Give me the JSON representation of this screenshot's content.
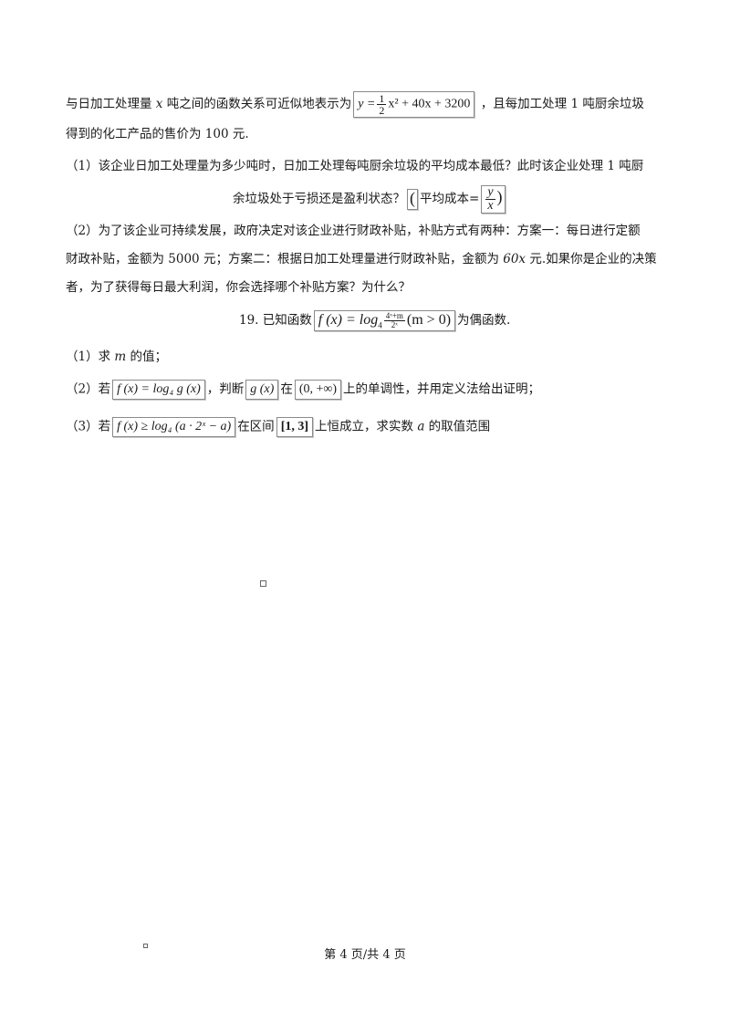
{
  "para1": {
    "line1_a": "与日加工处理量",
    "line1_var": "x",
    "line1_b": "吨之间的函数关系可近似地表示为",
    "formula_y": {
      "lhs": "y =",
      "num": "1",
      "den": "2",
      "rest": "x² + 40x + 3200"
    },
    "line1_c": "，且每加工处理 1 吨厨余垃圾",
    "line2": "得到的化工产品的售价为 100 元."
  },
  "q18_1": {
    "line1": "（1）该企业日加工处理量为多少吨时，日加工处理每吨厨余垃圾的平均成本最低？此时该企业处理 1 吨厨",
    "line2": "余垃圾处于亏损还是盈利状态？",
    "paren_open": "(",
    "hint": "平均成本=",
    "frac_num": "y",
    "frac_den": "x",
    "paren_close": ")"
  },
  "q18_2": {
    "line1": "（2）为了该企业可持续发展，政府决定对该企业进行财政补贴，补贴方式有两种：方案一：每日进行定额",
    "line2_a": "财政补贴，金额为 5000 元；方案二：根据日加工处理量进行财政补贴，金额为 ",
    "line2_var": "60x",
    "line2_b": " 元.如果你是企业的决策",
    "line3": "者，为了获得每日最大利润，你会选择哪个补贴方案？为什么？"
  },
  "q19": {
    "prefix": "19. 已知函数",
    "f_lhs": "f (x) = log",
    "f_base": "4",
    "f_num": "4ˣ+m",
    "f_den": "2ˣ",
    "f_cond": "(m > 0)",
    "suffix": "为偶函数.",
    "p1": "（1）求",
    "p1_var": "m",
    "p1_b": "的值；",
    "p2": "（2）若",
    "p2_formula": "f (x) = log₄ g (x)",
    "p2_b": "，判断",
    "p2_g": "g (x)",
    "p2_c": "在",
    "p2_interval": "(0, +∞)",
    "p2_d": "上的单调性，并用定义法给出证明；",
    "p3": "（3）若",
    "p3_formula": "f (x) ≥ log₄ (a · 2ˣ − a)",
    "p3_b": "在区间",
    "p3_interval": "[1, 3]",
    "p3_c": "上恒成立，求实数",
    "p3_var": "a",
    "p3_d": "的取值范围"
  },
  "footer": "第 4 页/共 4 页"
}
